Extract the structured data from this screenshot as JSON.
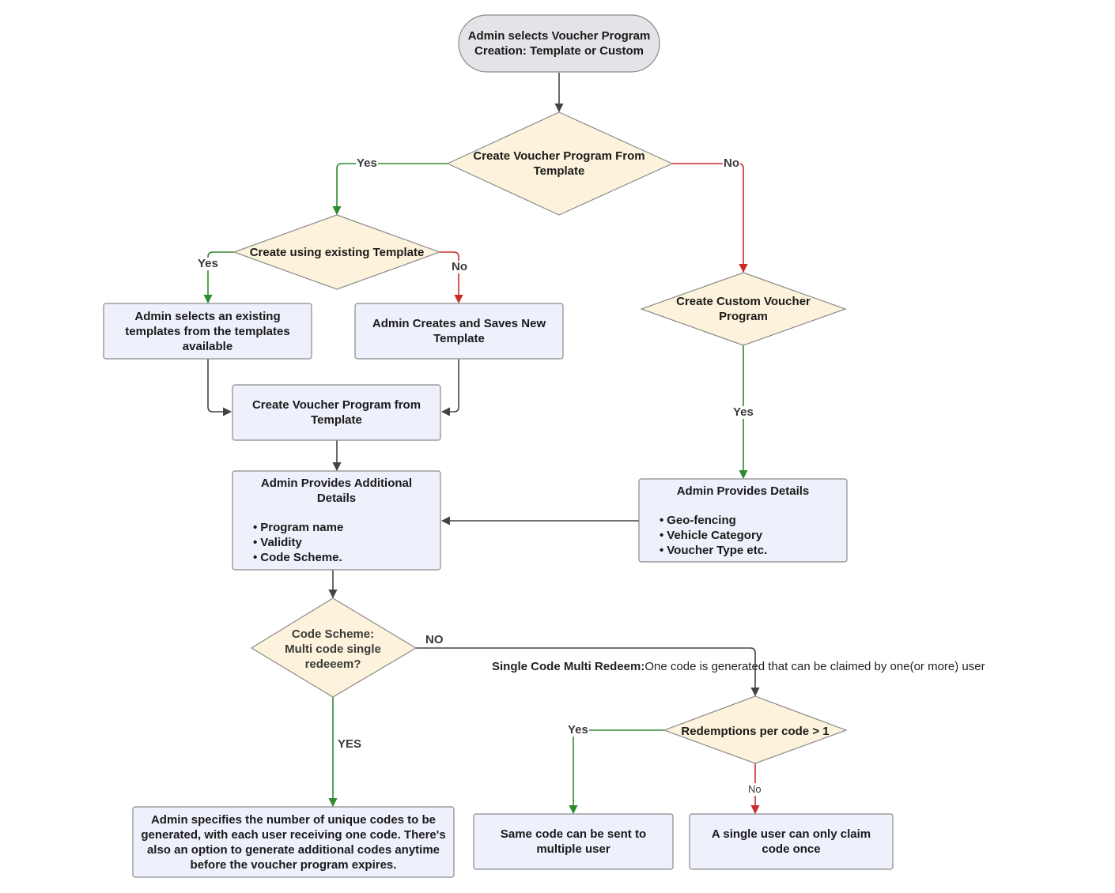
{
  "colors": {
    "start_fill": "#e3e4e8",
    "decision_fill": "#fdf3dc",
    "process_fill": "#eef0fb",
    "border": "#8a8a8a",
    "yes_edge": "#2e8b2e",
    "no_edge": "#cc2b2b",
    "plain_edge": "#444444"
  },
  "nodes": {
    "start": "Admin selects Voucher Program Creation: Template or Custom",
    "from_template_q": "Create Voucher Program From Template",
    "existing_template_q": "Create using existing Template",
    "select_existing": "Admin selects an existing templates from the templates available",
    "create_new_template": "Admin Creates and Saves New Template",
    "create_from_template": "Create Voucher Program from Template",
    "additional_details": {
      "title": "Admin Provides Additional Details",
      "items": [
        "Program name",
        "Validity",
        "Code Scheme."
      ]
    },
    "custom_q": "Create Custom Voucher Program",
    "provides_details": {
      "title": "Admin Provides Details",
      "items": [
        "Geo-fencing",
        "Vehicle Category",
        "Voucher Type  etc."
      ]
    },
    "code_scheme_q": "Code Scheme: Multi code single redeeem?",
    "unique_codes": "Admin specifies the number of unique codes to be generated, with each user receiving one code. There's also an option to generate additional codes anytime before the voucher program expires.",
    "redemptions_q": "Redemptions per code > 1",
    "same_code": "Same code can be sent to multiple user",
    "single_user": "A single user can only claim code once"
  },
  "edge_labels": {
    "yes1": "Yes",
    "no1": "No",
    "yes2": "Yes",
    "no2": "No",
    "yes_custom": "Yes",
    "no_code": "NO",
    "yes_code": "YES",
    "yes_red": "Yes",
    "no_red": "No"
  },
  "note": {
    "bold": "Single Code Multi Redeem:",
    "text": "One code is generated that can be claimed by one(or more) user"
  }
}
